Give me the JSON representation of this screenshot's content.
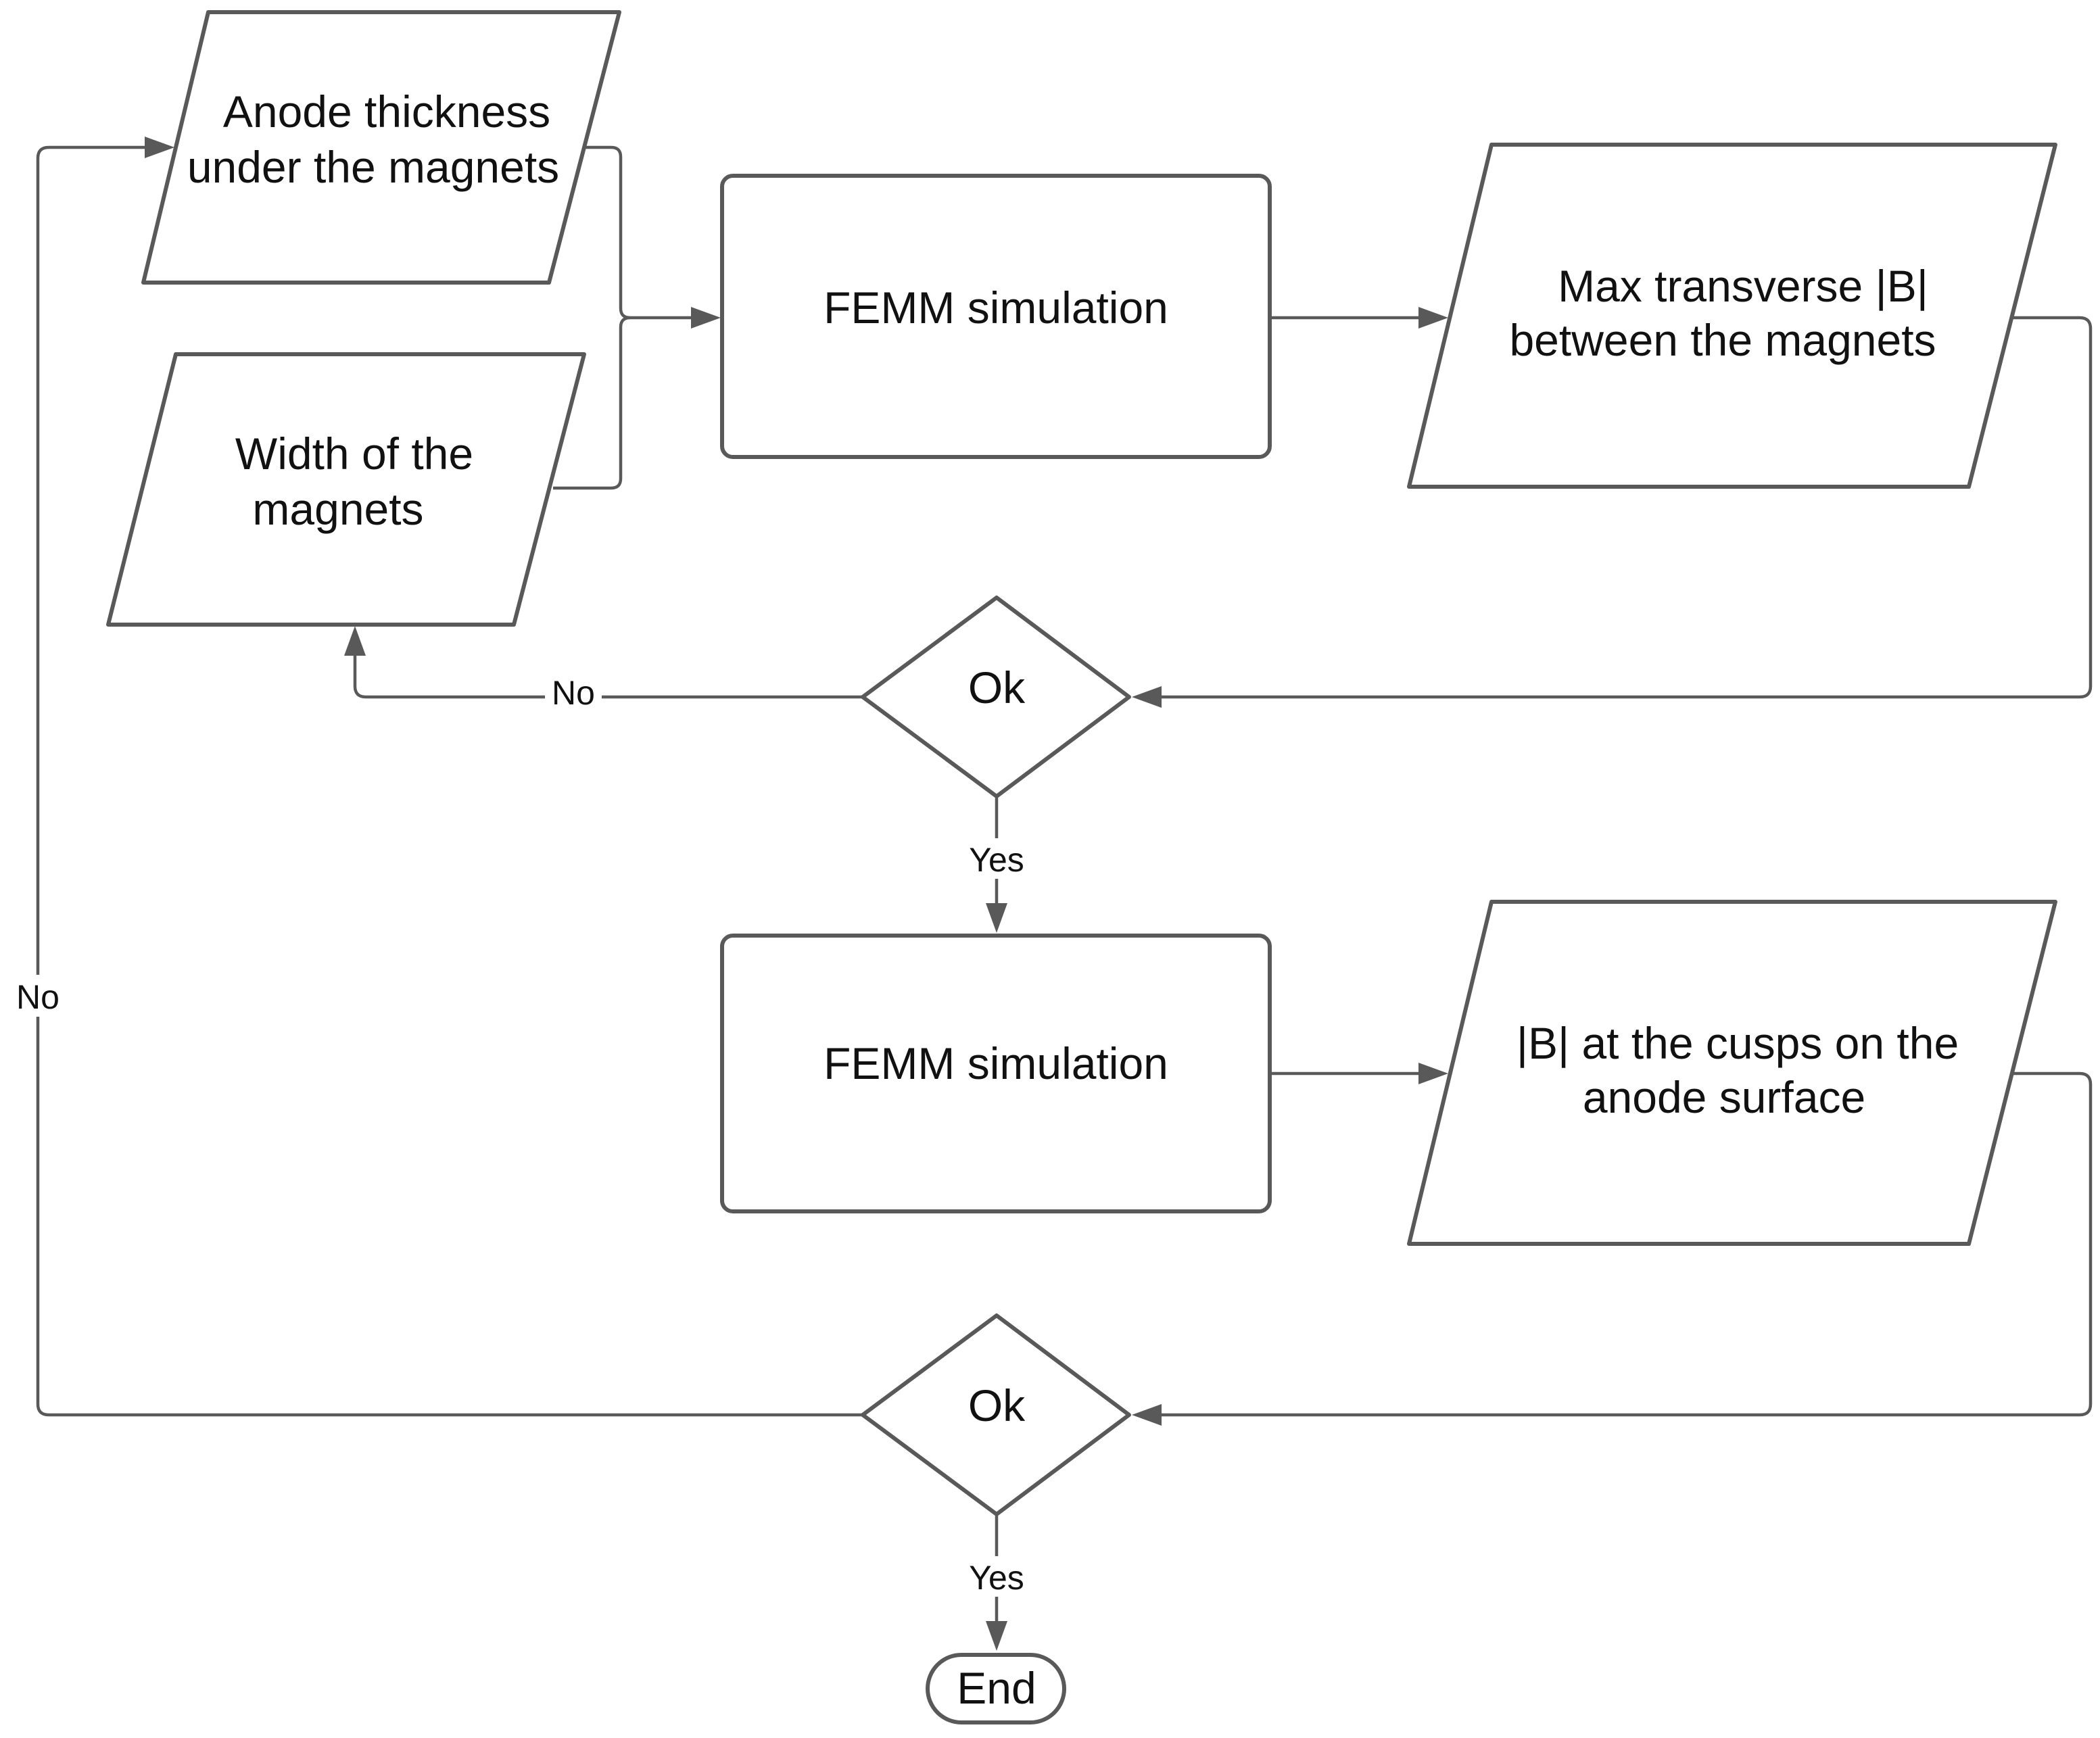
{
  "nodes": {
    "anode_thickness": {
      "line1": "Anode thickness",
      "line2": "under the magnets"
    },
    "magnet_width": {
      "line1": "Width of the",
      "line2": "magnets"
    },
    "femm_simulation_1": {
      "label": "FEMM simulation"
    },
    "max_transverse_b": {
      "line1": "Max transverse |B|",
      "line2": "between the magnets"
    },
    "decision_1": {
      "label": "Ok"
    },
    "femm_simulation_2": {
      "label": "FEMM simulation"
    },
    "b_at_cusps": {
      "line1": "|B| at the cusps on the",
      "line2": "anode surface"
    },
    "decision_2": {
      "label": "Ok"
    },
    "end": {
      "label": "End"
    }
  },
  "edges": {
    "decision_1_no": "No",
    "decision_1_yes": "Yes",
    "decision_2_no": "No",
    "decision_2_yes": "Yes"
  },
  "colors": {
    "stroke": "#595959",
    "text": "#111111",
    "background": "#ffffff"
  }
}
